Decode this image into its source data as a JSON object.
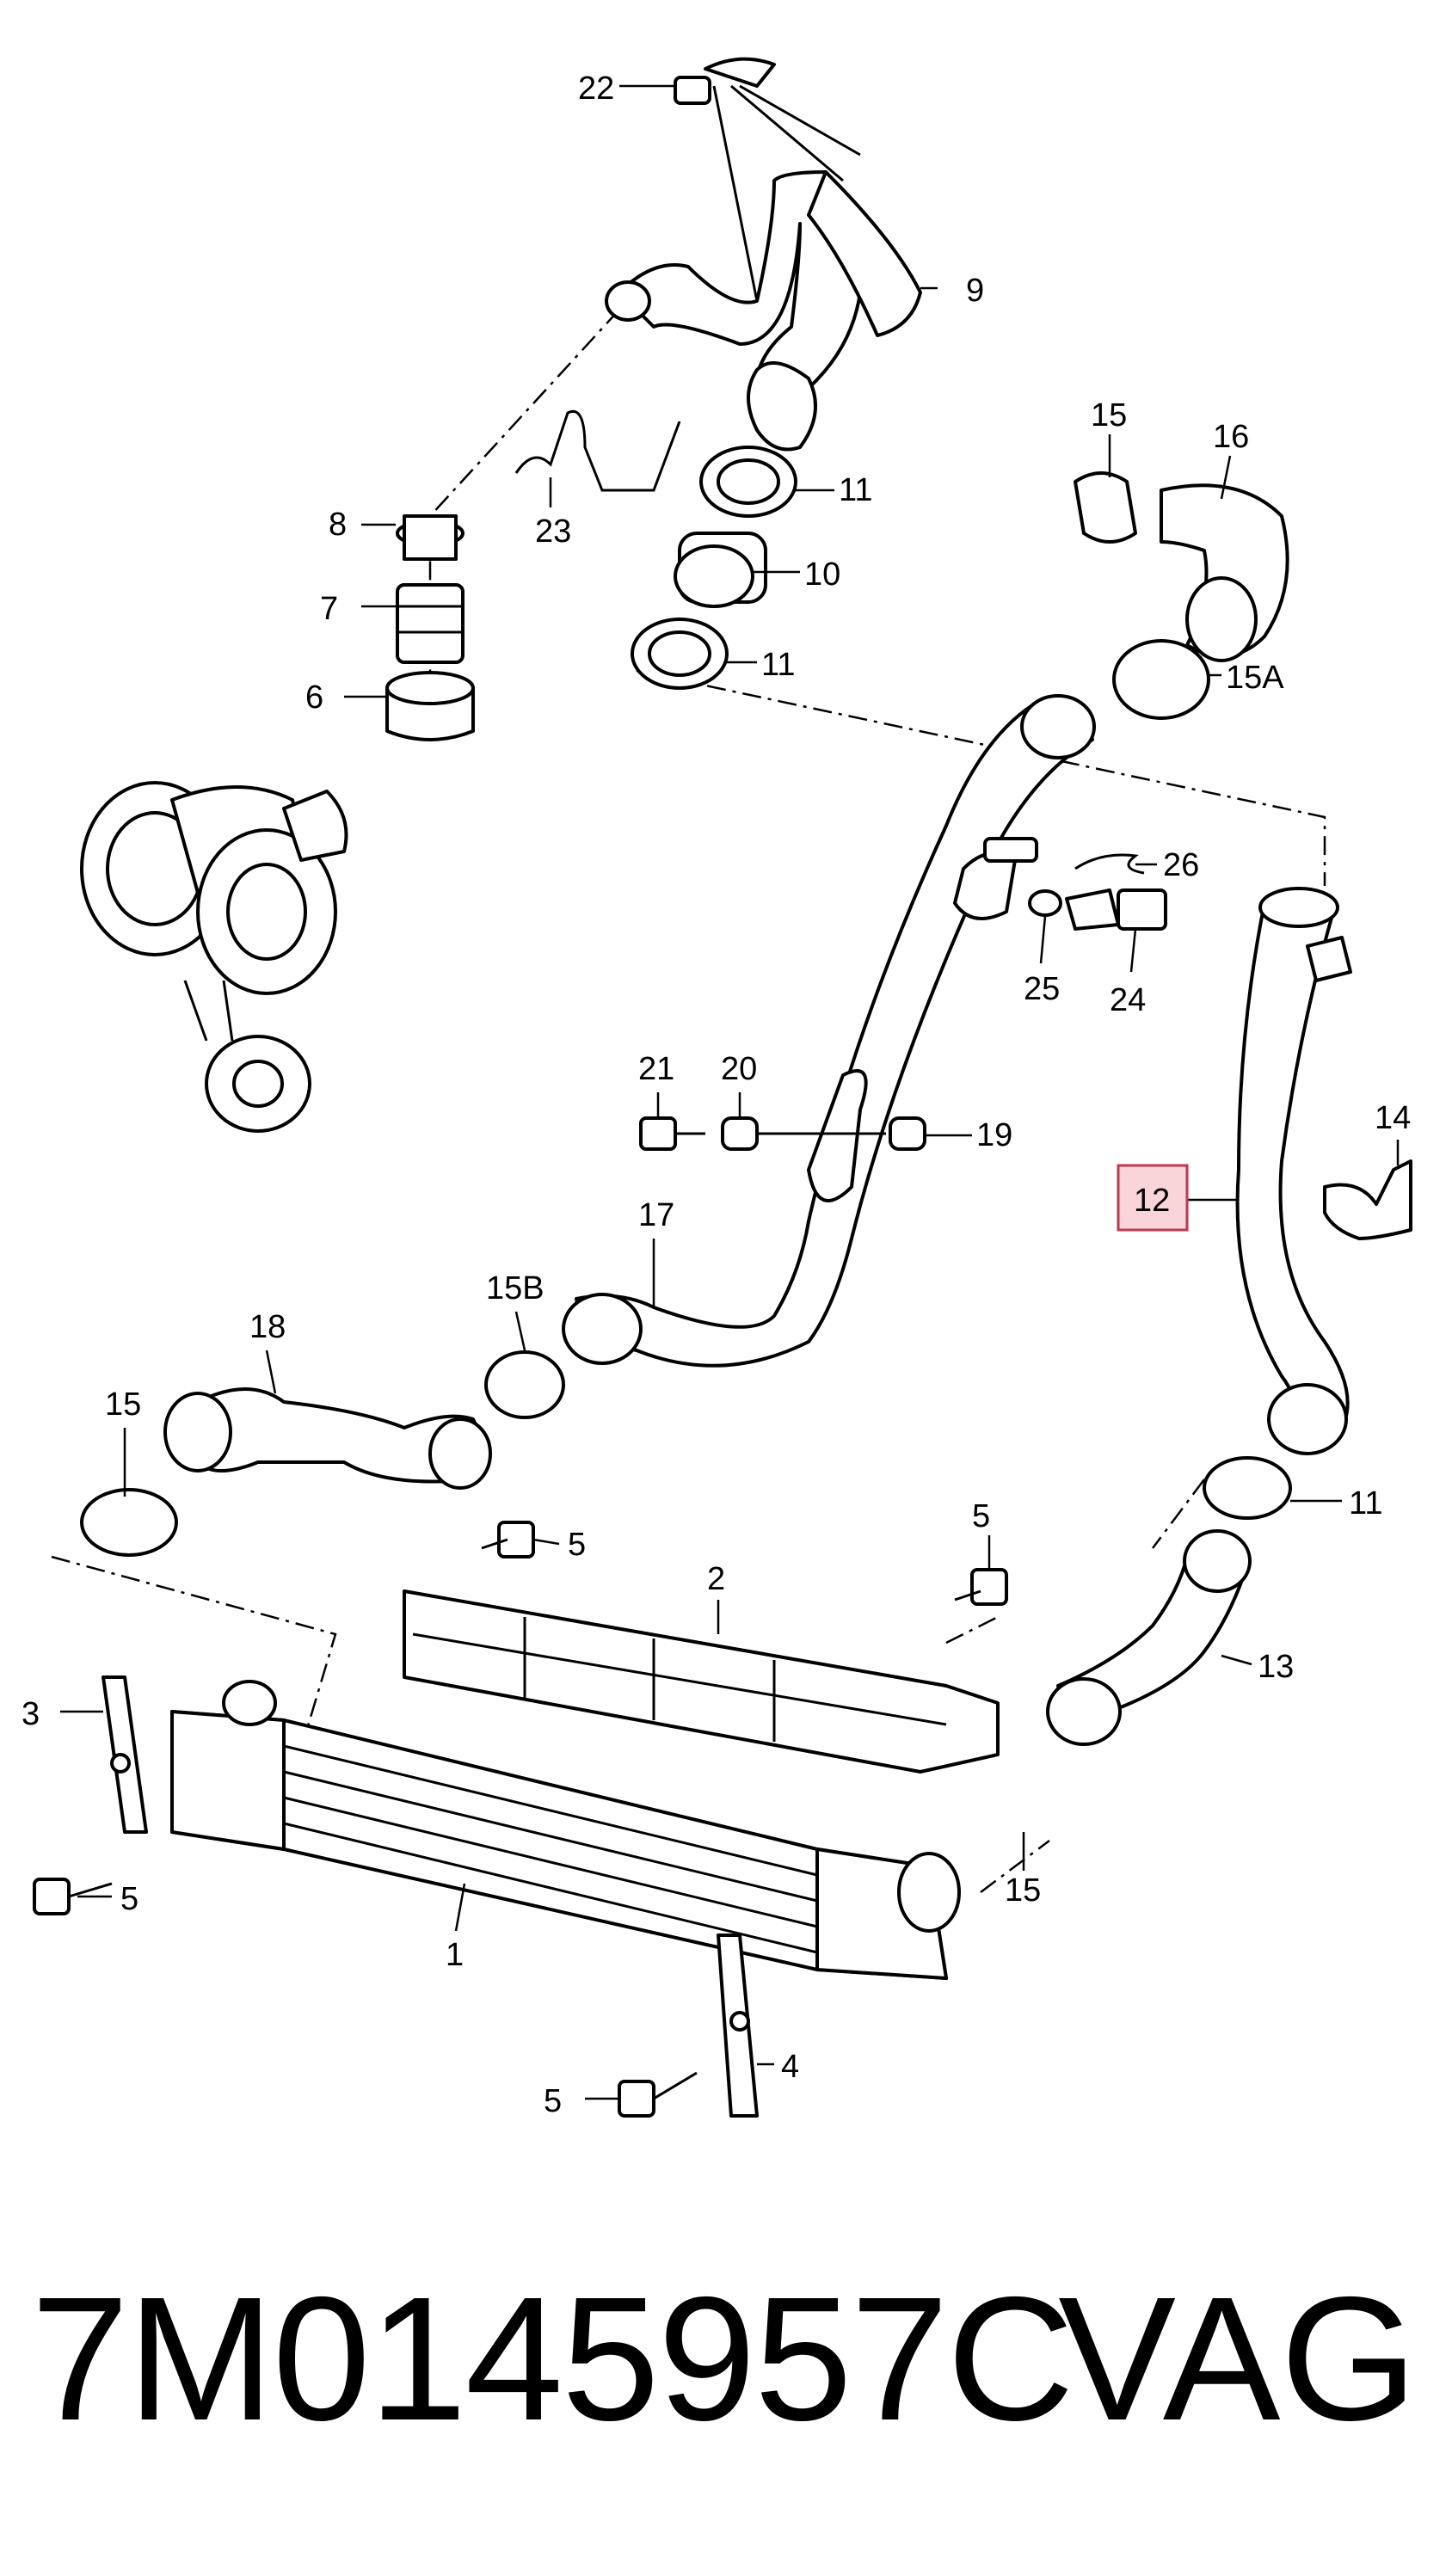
{
  "callouts": {
    "c1": "1",
    "c2": "2",
    "c3": "3",
    "c4": "4",
    "c5a": "5",
    "c5b": "5",
    "c5c": "5",
    "c5d": "5",
    "c6": "6",
    "c7": "7",
    "c8": "8",
    "c9": "9",
    "c10": "10",
    "c11a": "11",
    "c11b": "11",
    "c11c": "11",
    "c12": "12",
    "c13": "13",
    "c14": "14",
    "c15a": "15",
    "c15b": "15",
    "c15c": "15",
    "c15A": "15A",
    "c15B": "15B",
    "c16": "16",
    "c17": "17",
    "c18": "18",
    "c19": "19",
    "c20": "20",
    "c21": "21",
    "c22": "22",
    "c23": "23",
    "c24": "24",
    "c25": "25",
    "c26": "26"
  },
  "highlight": {
    "callout": "12",
    "fill": "#f9d5d9",
    "stroke": "#c0394f"
  },
  "footer": {
    "part_number": "7M0145957C",
    "brand": "VAG"
  }
}
